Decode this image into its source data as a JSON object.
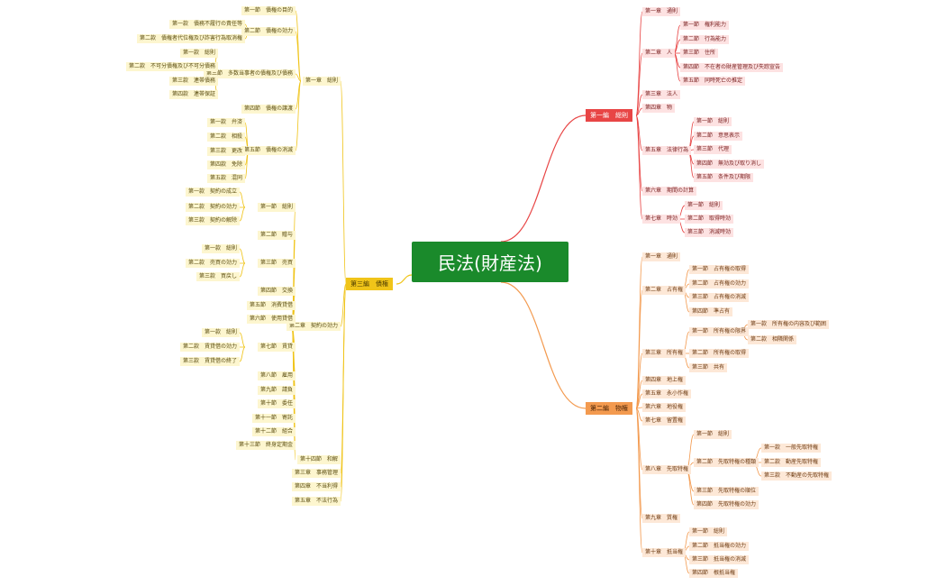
{
  "root": {
    "label": "民法(財産法)"
  },
  "colors": {
    "root": "#1a8a2b",
    "branch1": "#e84545",
    "branch2": "#f39a4f",
    "branch3": "#f0c419"
  },
  "branches": {
    "b1": {
      "label": "第一編　総則"
    },
    "b2": {
      "label": "第二編　物権"
    },
    "b3": {
      "label": "第三編　債権"
    }
  },
  "nodes": {
    "n1": "第一章　通則",
    "n2": "第二章　人",
    "n3": "第一節　権利能力",
    "n4": "第二節　行為能力",
    "n5": "第三節　住所",
    "n6": "第四節　不在者の財産管理及び失踪宣告",
    "n7": "第五節　同時死亡の推定",
    "n8": "第三章　法人",
    "n9": "第四章　物",
    "n10": "第五章　法律行為",
    "n11": "第一節　総則",
    "n12": "第二節　意思表示",
    "n13": "第三節　代理",
    "n14": "第四節　無効及び取り消し",
    "n15": "第五節　条件及び期限",
    "n16": "第六章　期間の計算",
    "n17": "第七章　時効",
    "n18": "第一節　総則",
    "n19": "第二節　取得時効",
    "n20": "第三節　消滅時効",
    "o1": "第一章　通則",
    "o2": "第二章　占有権",
    "o3": "第一節　占有権の取得",
    "o4": "第二節　占有権の効力",
    "o5": "第三節　占有権の消滅",
    "o6": "第四節　準占有",
    "o7": "第三章　所有権",
    "o8": "第一節　所有権の限界",
    "o9": "第一款　所有権の内容及び範囲",
    "o10": "第二款　相隣関係",
    "o11": "第二節　所有権の取得",
    "o12": "第三節　共有",
    "o13": "第四章　地上権",
    "o14": "第五章　永小作権",
    "o15": "第六章　地役権",
    "o16": "第七章　留置権",
    "o17": "第八章　先取特権",
    "o18": "第一節　総則",
    "o19": "第二節　先取特権の種類",
    "o20": "第一款　一般先取特権",
    "o21": "第二款　動産先取特権",
    "o22": "第三款　不動産の先取特権",
    "o23": "第三節　先取特権の順位",
    "o24": "第四節　先取特権の効力",
    "o25": "第九章　質権",
    "o26": "第十章　抵当権",
    "o27": "第一節　総則",
    "o28": "第二節　抵当権の効力",
    "o29": "第三節　抵当権の消滅",
    "o30": "第四節　根抵当権",
    "y1": "第一章　総則",
    "y2": "第一節　債権の目的",
    "y3": "第二節　債権の効力",
    "y4": "第一款　債務不履行の責任等",
    "y5": "第二款　債権者代位権及び詐害行為取消権",
    "y6": "第三節　多数当事者の債権及び債務",
    "y7": "第一款　総則",
    "y8": "第二款　不可分債権及び不可分債務",
    "y9": "第三款　連帯債務",
    "y10": "第四款　連帯保証",
    "y11": "第四節　債権の譲渡",
    "y12": "第五節　債権の消滅",
    "y13": "第一款　弁済",
    "y14": "第二款　相殺",
    "y15": "第三款　更改",
    "y16": "第四款　免除",
    "y17": "第五款　混同",
    "y18": "第二章　契約の効力",
    "y19": "第一節　総則",
    "y20": "第一款　契約の成立",
    "y21": "第二款　契約の効力",
    "y22": "第三款　契約の解除",
    "y23": "第二節　贈与",
    "y24": "第三節　売買",
    "y25": "第一款　総則",
    "y26": "第二款　売買の効力",
    "y27": "第三款　買戻し",
    "y28": "第四節　交換",
    "y29": "第五節　消費貸借",
    "y30": "第六節　使用貸借",
    "y31": "第七節　賃貸",
    "y32": "第一款　総則",
    "y33": "第二款　賃貸借の効力",
    "y34": "第三款　賃貸借の終了",
    "y35": "第八節　雇用",
    "y36": "第九節　請負",
    "y37": "第十節　委任",
    "y38": "第十一節　寄託",
    "y39": "第十二節　組合",
    "y40": "第十三節　終身定期金",
    "y41": "第十四節　和解",
    "y42": "第三章　事務管理",
    "y43": "第四章　不当利得",
    "y44": "第五章　不法行為"
  }
}
